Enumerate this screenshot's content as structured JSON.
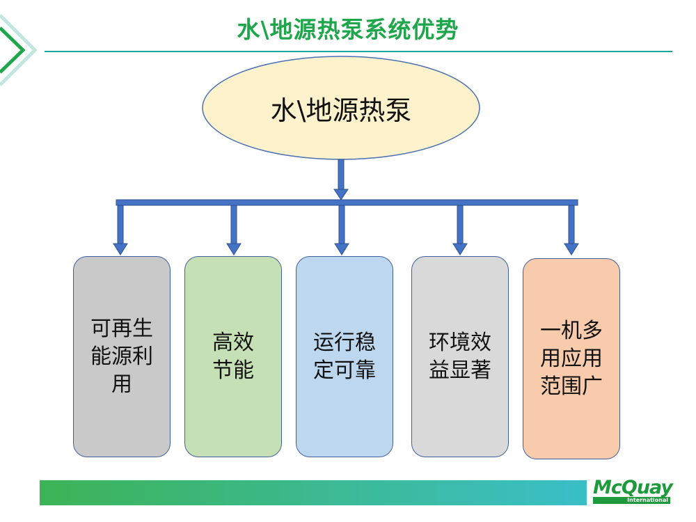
{
  "title": "水\\地源热泵系统优势",
  "root": "水\\地源热泵",
  "boxes": [
    {
      "label": "可再生\n能源利\n用",
      "color": "#c9c9c9"
    },
    {
      "label": "高效\n节能",
      "color": "#c6e0b5"
    },
    {
      "label": "运行稳\n定可靠",
      "color": "#bdd7ee"
    },
    {
      "label": "环境效\n益显著",
      "color": "#d9d9d9"
    },
    {
      "label": "一机多\n用应用\n范围广",
      "color": "#f8cbad"
    }
  ],
  "logo": {
    "name": "McQuay",
    "sub": "International"
  },
  "colors": {
    "accent": "#1ea64b",
    "connector": "#4472c4",
    "ellipse": "#fdf2cc"
  }
}
